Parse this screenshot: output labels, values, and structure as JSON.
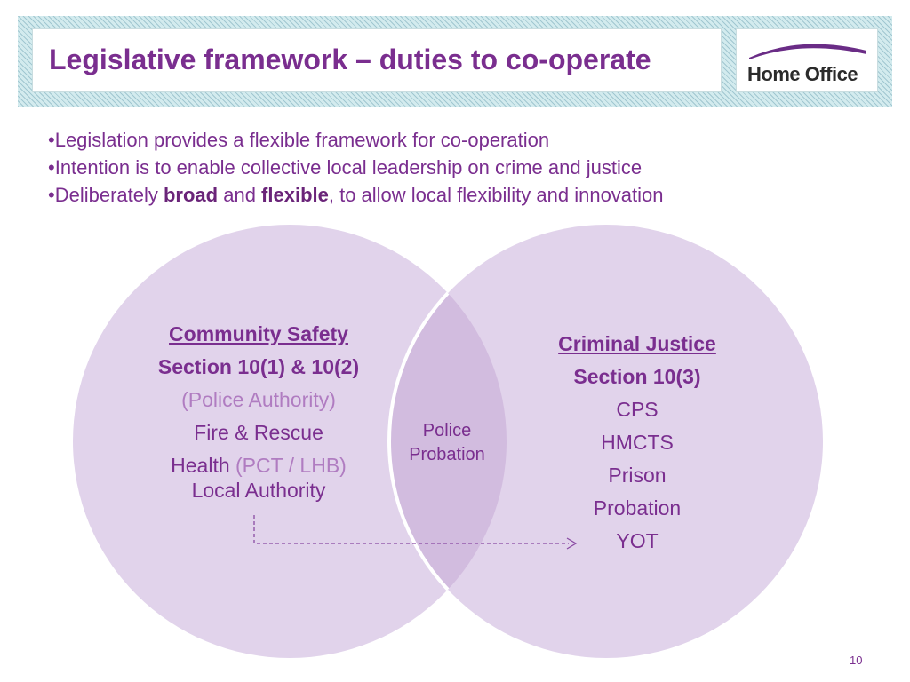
{
  "header": {
    "title": "Legislative framework – duties to co-operate",
    "logo_text": "Home Office"
  },
  "bullets": {
    "line1": "•Legislation provides a flexible framework for co-operation",
    "line2": "•Intention is to enable collective local leadership on crime and justice",
    "line3_pre": "•Deliberately ",
    "line3_bold1": "broad",
    "line3_mid": " and ",
    "line3_bold2": "flexible",
    "line3_post": ", to allow local flexibility and innovation"
  },
  "community_safety": {
    "heading": "Community Safety",
    "section": "Section 10(1) & 10(2)",
    "police_authority": "(Police Authority)",
    "fire_rescue": "Fire & Rescue",
    "health": "Health",
    "health_note": "(PCT / LHB)",
    "local_authority": "Local Authority"
  },
  "overlap": {
    "line1": "Police",
    "line2": "Probation"
  },
  "criminal_justice": {
    "heading": "Criminal Justice",
    "section": "Section 10(3)",
    "items": [
      "CPS",
      "HMCTS",
      "Prison",
      "Probation",
      "YOT"
    ]
  },
  "colors": {
    "accent": "#7a2e8f",
    "circle_fill": "#e1d3eb",
    "overlap_fill": "#d2bcdf"
  },
  "footer": {
    "page_number": "10"
  }
}
